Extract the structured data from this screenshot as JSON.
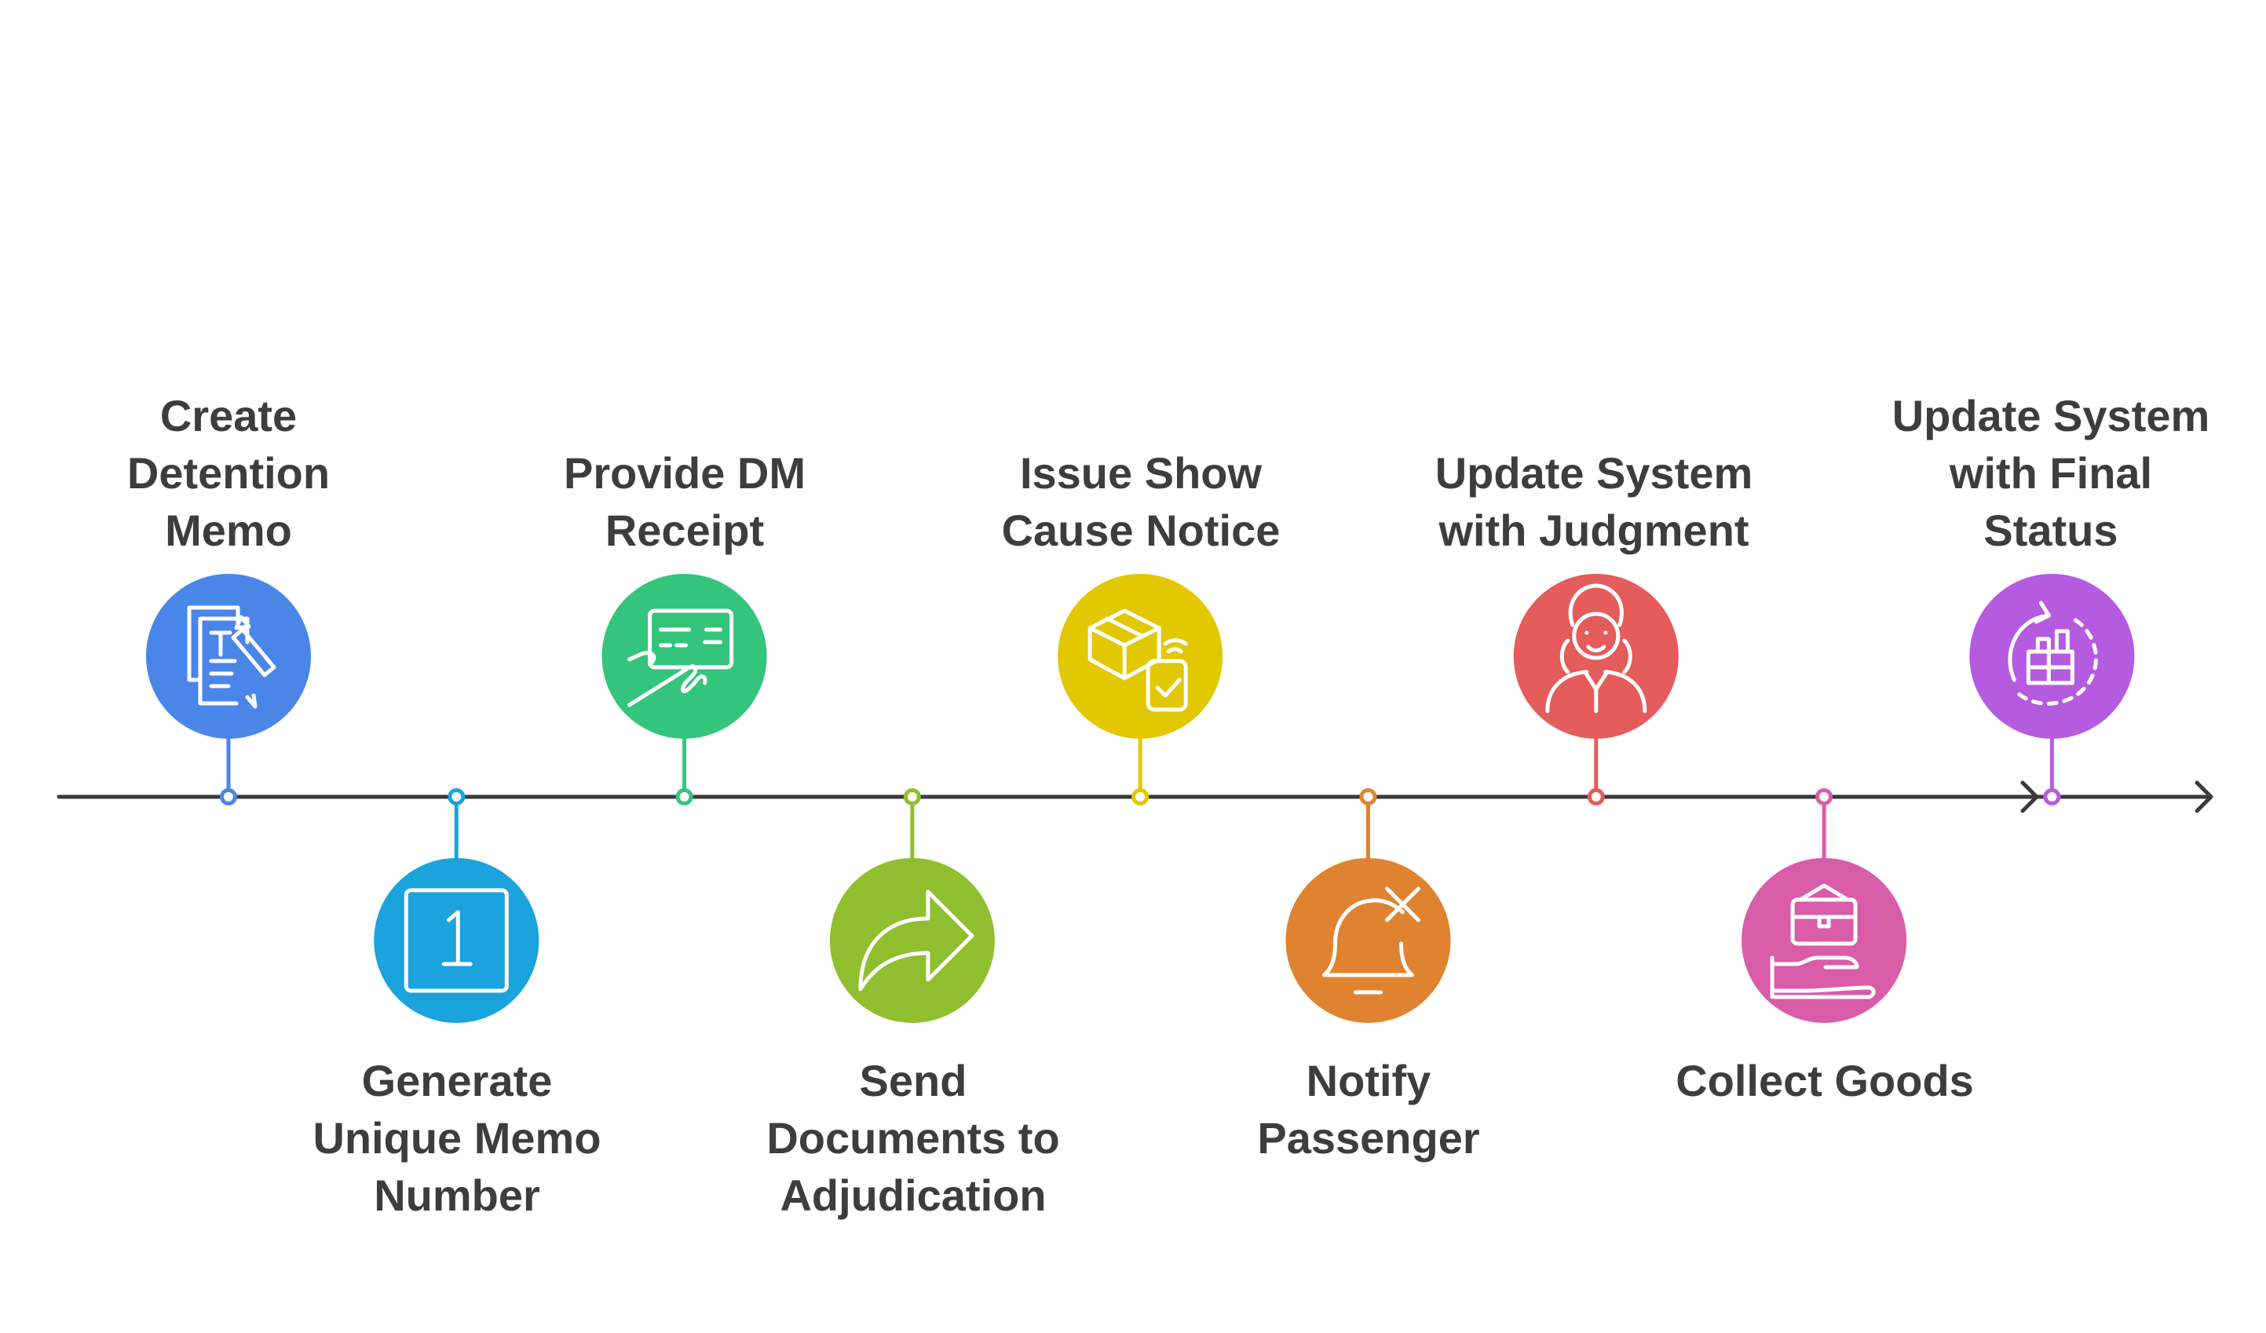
{
  "timeline": {
    "axis_color": "#3a3a3a",
    "steps": [
      {
        "label": "Create\nDetention\nMemo",
        "icon": "document-pencil-icon",
        "color": "#4a86e8",
        "position": "above"
      },
      {
        "label": "Generate\nUnique Memo\nNumber",
        "icon": "number-one-icon",
        "color": "#1aa3dc",
        "position": "below"
      },
      {
        "label": "Provide DM\nReceipt",
        "icon": "signed-receipt-icon",
        "color": "#34c47c",
        "position": "above"
      },
      {
        "label": "Send\nDocuments to\nAdjudication",
        "icon": "forward-arrow-icon",
        "color": "#8fbf2f",
        "position": "below"
      },
      {
        "label": "Issue Show\nCause Notice",
        "icon": "package-device-icon",
        "color": "#e2c800",
        "position": "above"
      },
      {
        "label": "Notify\nPassenger",
        "icon": "bell-cancel-icon",
        "color": "#e08330",
        "position": "below"
      },
      {
        "label": "Update System\nwith Judgment",
        "icon": "judge-icon",
        "color": "#e45c5c",
        "position": "above"
      },
      {
        "label": "Collect Goods",
        "icon": "hand-briefcase-icon",
        "color": "#d95ca8",
        "position": "below"
      },
      {
        "label": "Update System\nwith Final\nStatus",
        "icon": "refresh-chart-icon",
        "color": "#b55be0",
        "position": "above"
      }
    ]
  }
}
